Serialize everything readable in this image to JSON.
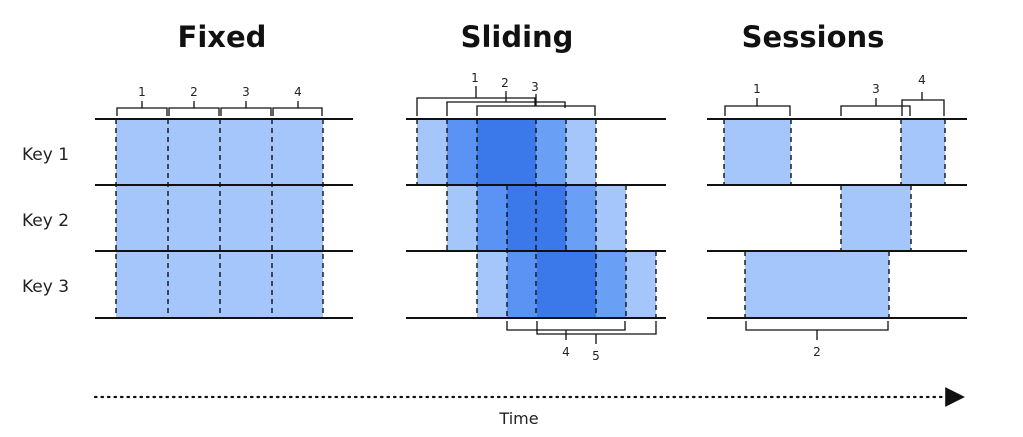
{
  "panels": [
    {
      "title": "Fixed"
    },
    {
      "title": "Sliding"
    },
    {
      "title": "Sessions"
    }
  ],
  "row_labels": [
    "Key 1",
    "Key 2",
    "Key 3"
  ],
  "fixed_window_labels": [
    "1",
    "2",
    "3",
    "4"
  ],
  "sliding_top_labels": [
    "1",
    "2",
    "3"
  ],
  "sliding_bottom_labels": [
    "4",
    "5"
  ],
  "session_labels": {
    "key1_first": "1",
    "key2": "3",
    "key1_second": "4",
    "key3": "2"
  },
  "axis": {
    "label": "Time"
  },
  "colors": {
    "light": "#a4c6fb",
    "mid": "#7caaf8",
    "dark": "#5b93f5",
    "darker": "#4684f2",
    "darkest": "#3b78ea",
    "line": "#111111"
  }
}
